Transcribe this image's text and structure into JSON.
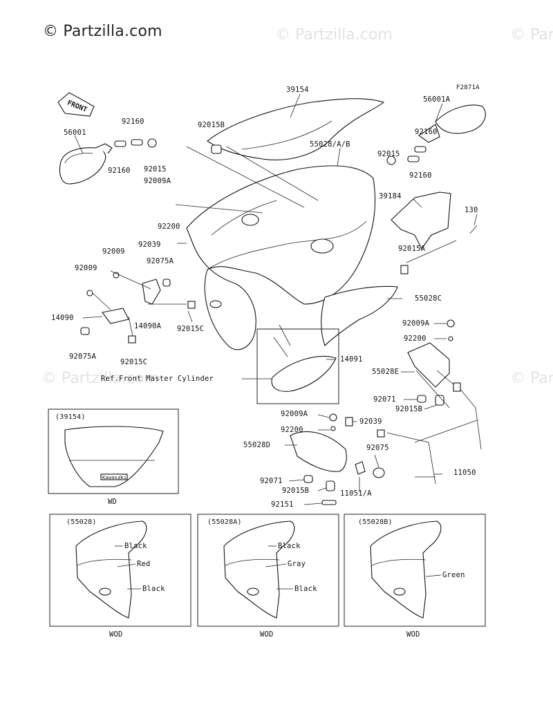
{
  "watermark": {
    "text": "© Partzilla.com"
  },
  "figure_code": "F2871A",
  "front_arrow": "FRONT",
  "main_labels": [
    {
      "id": "39154",
      "text": "39154"
    },
    {
      "id": "56001A",
      "text": "56001A"
    },
    {
      "id": "56001",
      "text": "56001"
    },
    {
      "id": "92160a",
      "text": "92160"
    },
    {
      "id": "92160b",
      "text": "92160"
    },
    {
      "id": "92015a",
      "text": "92015"
    },
    {
      "id": "92015B_top",
      "text": "92015B"
    },
    {
      "id": "55028AB",
      "text": "55028/A/B"
    },
    {
      "id": "92160c",
      "text": "92160"
    },
    {
      "id": "92015b",
      "text": "92015"
    },
    {
      "id": "92160d",
      "text": "92160"
    },
    {
      "id": "92009A_l",
      "text": "92009A"
    },
    {
      "id": "39184",
      "text": "39184"
    },
    {
      "id": "130",
      "text": "130"
    },
    {
      "id": "92200_l",
      "text": "92200"
    },
    {
      "id": "92039_l",
      "text": "92039"
    },
    {
      "id": "92015A_r",
      "text": "92015A"
    },
    {
      "id": "92009_a",
      "text": "92009"
    },
    {
      "id": "92075A_a",
      "text": "92075A"
    },
    {
      "id": "92009_b",
      "text": "92009"
    },
    {
      "id": "55028C",
      "text": "55028C"
    },
    {
      "id": "14090",
      "text": "14090"
    },
    {
      "id": "14090A",
      "text": "14090A"
    },
    {
      "id": "92015C_a",
      "text": "92015C"
    },
    {
      "id": "92009A_r",
      "text": "92009A"
    },
    {
      "id": "92200_r",
      "text": "92200"
    },
    {
      "id": "92075A_b",
      "text": "92075A"
    },
    {
      "id": "92015C_b",
      "text": "92015C"
    },
    {
      "id": "14091",
      "text": "14091"
    },
    {
      "id": "55028E",
      "text": "55028E"
    },
    {
      "id": "92071_r",
      "text": "92071"
    },
    {
      "id": "92015B_r",
      "text": "92015B"
    },
    {
      "id": "92009A_m",
      "text": "92009A"
    },
    {
      "id": "92039_m",
      "text": "92039"
    },
    {
      "id": "92200_m",
      "text": "92200"
    },
    {
      "id": "55028D",
      "text": "55028D"
    },
    {
      "id": "92075",
      "text": "92075"
    },
    {
      "id": "11050",
      "text": "11050"
    },
    {
      "id": "92071_m",
      "text": "92071"
    },
    {
      "id": "92015B_m",
      "text": "92015B"
    },
    {
      "id": "11051A",
      "text": "11051/A"
    },
    {
      "id": "92151",
      "text": "92151"
    }
  ],
  "ref_note": "Ref.Front Master Cylinder",
  "inset_windshield": {
    "code": "(39154)",
    "caption": "WD",
    "brand": "Kawasaki"
  },
  "insets": [
    {
      "code": "(55028)",
      "labels": [
        "Black",
        "Red",
        "Black"
      ],
      "caption": "WOD"
    },
    {
      "code": "(55028A)",
      "labels": [
        "Black",
        "Gray",
        "Black"
      ],
      "caption": "WOD"
    },
    {
      "code": "(55028B)",
      "labels": [
        "Green"
      ],
      "caption": "WOD"
    }
  ]
}
